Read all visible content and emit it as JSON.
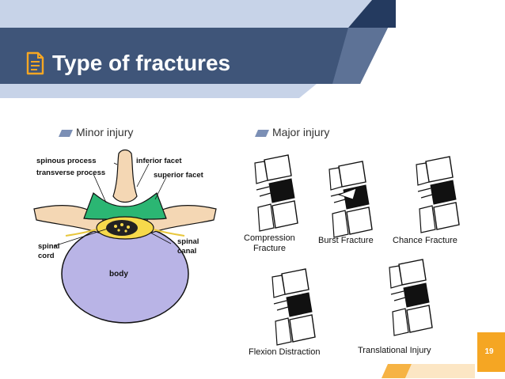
{
  "slide": {
    "title": "Type of fractures",
    "page_number": "19",
    "icon": "document-icon",
    "colors": {
      "header_band": "#3f5579",
      "header_light": "#c7d3e8",
      "header_accent": "#243a5f",
      "page_badge": "#f5a623",
      "body_bone": "#f4d7b4",
      "body_disc": "#b9b4e6",
      "facet_green": "#2bb673",
      "canal_yellow": "#f6d94b"
    }
  },
  "sections": {
    "minor": {
      "caption": "Minor injury",
      "figure": {
        "labels": {
          "spinous_process": "spinous process",
          "transverse_process": "transverse process",
          "inferior_facet": "inferior facet",
          "superior_facet": "superior facet",
          "spinal_cord_line1": "spinal",
          "spinal_cord_line2": "cord",
          "spinal_canal_line1": "spinal",
          "spinal_canal_line2": "canal",
          "body": "body"
        }
      }
    },
    "major": {
      "caption": "Major injury",
      "fractures": {
        "compression_line1": "Compression",
        "compression_line2": "Fracture",
        "burst": "Burst Fracture",
        "chance": "Chance Fracture",
        "flexion": "Flexion Distraction",
        "translational": "Translational Injury"
      }
    }
  }
}
